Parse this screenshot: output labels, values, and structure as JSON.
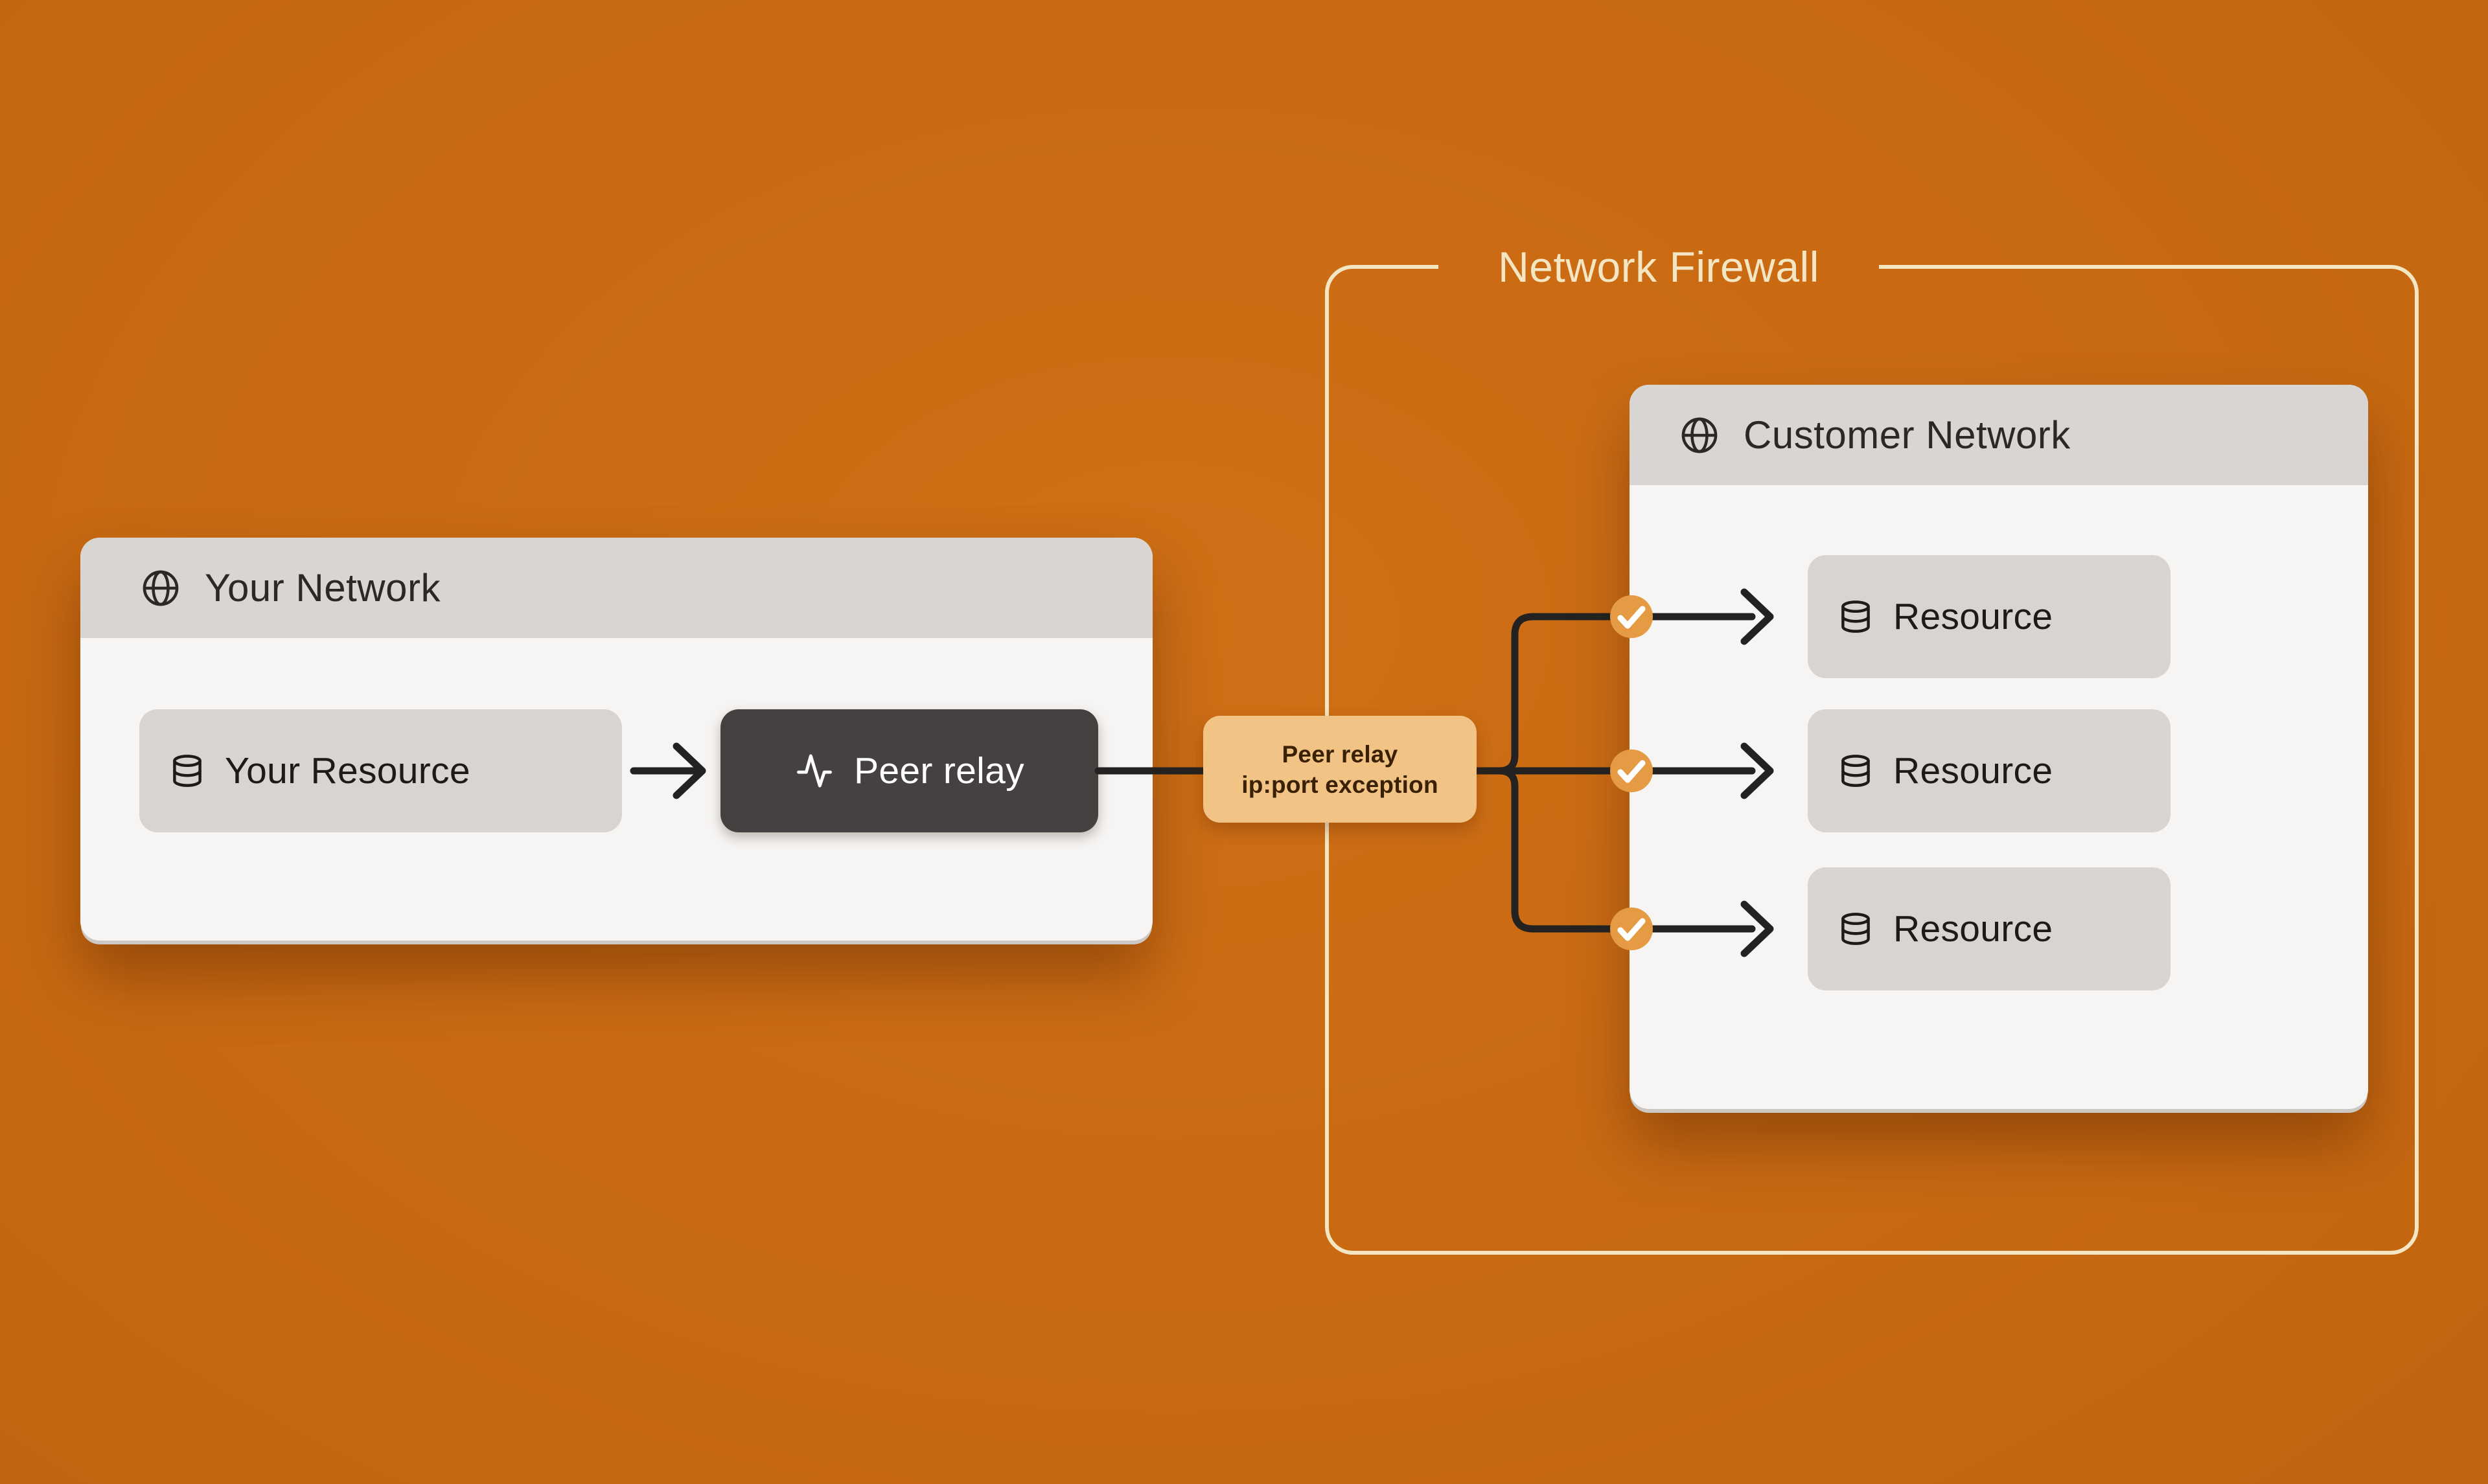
{
  "diagram": {
    "firewall": {
      "label": "Network Firewall"
    },
    "your_network": {
      "title": "Your Network",
      "icon": "globe-icon",
      "nodes": [
        {
          "label": "Your Resource",
          "icon": "database-icon",
          "variant": "light"
        },
        {
          "label": "Peer relay",
          "icon": "activity-icon",
          "variant": "dark"
        }
      ]
    },
    "badge": {
      "line1": "Peer relay",
      "line2": "ip:port exception"
    },
    "customer_network": {
      "title": "Customer Network",
      "icon": "globe-icon",
      "resources": [
        {
          "label": "Resource",
          "icon": "database-icon",
          "allowed": true
        },
        {
          "label": "Resource",
          "icon": "database-icon",
          "allowed": true
        },
        {
          "label": "Resource",
          "icon": "database-icon",
          "allowed": true
        }
      ]
    },
    "colors": {
      "background_center": "#cf6f16",
      "background_edge": "#ab560b",
      "panel_body": "#f7f5f3",
      "panel_header": "#d9d5d2",
      "node_light": "#d8d4d1",
      "node_dark": "#454140",
      "wire": "#242220",
      "firewall_border": "#f4e6c3",
      "badge_background": "#f1c385",
      "badge_text": "#3a2106",
      "check_circle": "#e59b43"
    }
  }
}
